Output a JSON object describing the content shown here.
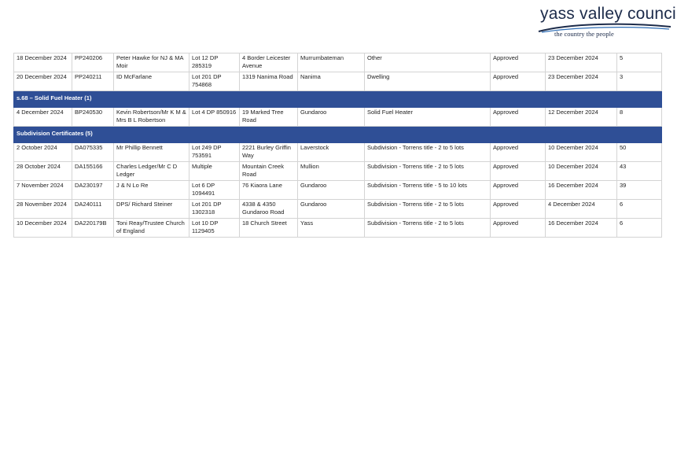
{
  "header": {
    "logo_title": "yass valley council",
    "logo_tagline": "the country   the people"
  },
  "rows_before": [
    [
      "18 December 2024",
      "PP240206",
      "Peter Hawke for NJ & MA Moir",
      "Lot 12 DP 285319",
      "4 Border Leicester Avenue",
      "Murrumbateman",
      "Other",
      "Approved",
      "23 December 2024",
      "5"
    ],
    [
      "20 December 2024",
      "PP240211",
      "ID McFarlane",
      "Lot 201 DP 754868",
      "1319 Nanima Road",
      "Nanima",
      "Dwelling",
      "Approved",
      "23 December 2024",
      "3"
    ]
  ],
  "sections": [
    {
      "title": "s.68 – Solid Fuel Heater (1)",
      "rows": [
        [
          "4 December 2024",
          "BP240530",
          "Kevin Robertson/Mr K M & Mrs B L Robertson",
          "Lot 4 DP 850916",
          "19 Marked Tree Road",
          "Gundaroo",
          "Solid Fuel Heater",
          "Approved",
          "12 December 2024",
          "8"
        ]
      ]
    },
    {
      "title": "Subdivision Certificates (5)",
      "rows": [
        [
          "2 October 2024",
          "DA075335",
          "Mr Phillip Bennett",
          "Lot 249 DP 753591",
          "2221 Burley Griffin Way",
          "Laverstock",
          "Subdivision - Torrens title - 2 to 5 lots",
          "Approved",
          "10 December 2024",
          "50"
        ],
        [
          "28 October 2024",
          "DA155166",
          "Charles Ledger/Mr C D Ledger",
          "Multiple",
          "Mountain Creek Road",
          "Mullion",
          "Subdivision - Torrens title - 2 to 5 lots",
          "Approved",
          "10 December 2024",
          "43"
        ],
        [
          "7 November 2024",
          "DA230197",
          "J & N Lo Re",
          "Lot 6 DP 1094491",
          "76 Kiaora Lane",
          "Gundaroo",
          "Subdivision - Torrens title - 5 to 10 lots",
          "Approved",
          "16 December 2024",
          "39"
        ],
        [
          "28 November 2024",
          "DA240111",
          "DPS/ Richard Steiner",
          "Lot 201 DP 1302318",
          "4338 & 4350 Gundaroo Road",
          "Gundaroo",
          "Subdivision - Torrens title - 2 to 5 lots",
          "Approved",
          "4 December 2024",
          "6"
        ],
        [
          "10 December 2024",
          "DA220179B",
          "Toni Reay/Trustee Church of England",
          "Lot 10 DP 1129405",
          "18 Church Street",
          "Yass",
          "Subdivision - Torrens title - 2 to 5 lots",
          "Approved",
          "16 December 2024",
          "6"
        ]
      ]
    }
  ],
  "colors": {
    "section_header": "#2f4f96",
    "logo_text": "#1c2b4a",
    "swoosh": "#2d6db5"
  }
}
